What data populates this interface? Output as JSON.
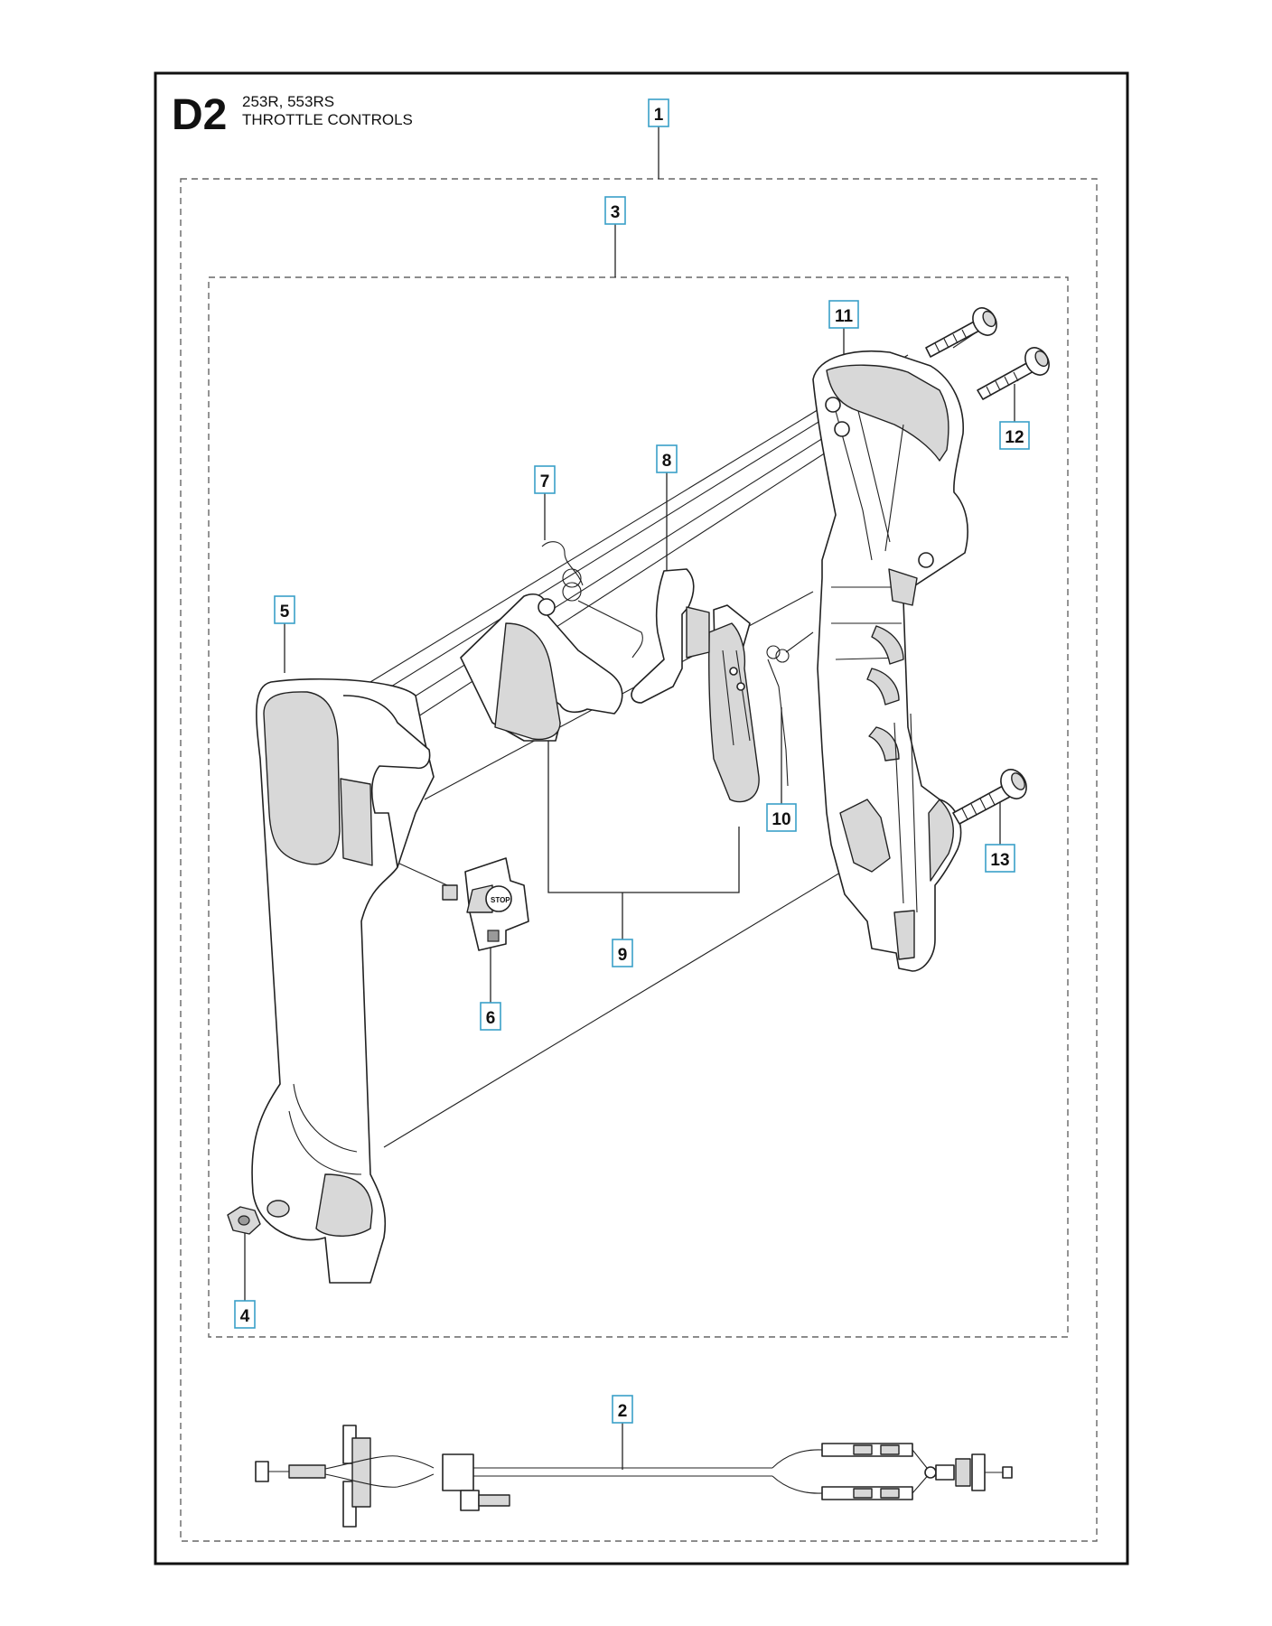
{
  "header": {
    "section_code": "D2",
    "models": "253R, 553RS",
    "title": "THROTTLE CONTROLS"
  },
  "callouts": [
    {
      "id": "1",
      "label": "1"
    },
    {
      "id": "2",
      "label": "2"
    },
    {
      "id": "3",
      "label": "3"
    },
    {
      "id": "4",
      "label": "4"
    },
    {
      "id": "5",
      "label": "5"
    },
    {
      "id": "6",
      "label": "6"
    },
    {
      "id": "7",
      "label": "7"
    },
    {
      "id": "8",
      "label": "8"
    },
    {
      "id": "9",
      "label": "9"
    },
    {
      "id": "10",
      "label": "10"
    },
    {
      "id": "11",
      "label": "11"
    },
    {
      "id": "12",
      "label": "12"
    },
    {
      "id": "13",
      "label": "13"
    }
  ],
  "stop_switch_text": "STOP",
  "colors": {
    "callout_border": "#3aa0c8",
    "line": "#222222",
    "frame": "#111111"
  }
}
